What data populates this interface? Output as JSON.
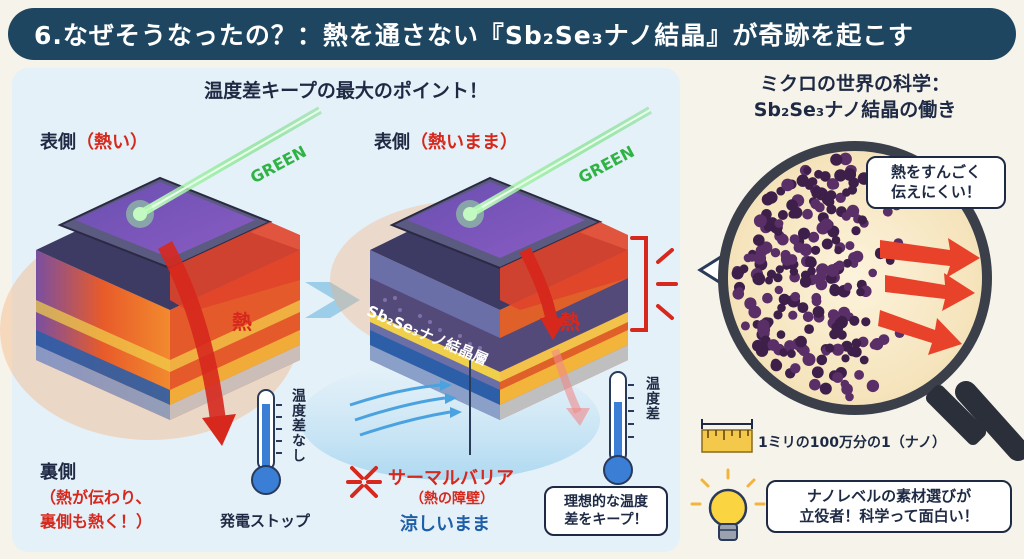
{
  "title": "6.なぜそうなったの？：熱を通さない『Sb₂Se₃ナノ結晶』が奇跡を起こす",
  "left_panel": {
    "heading": "温度差キープの最大のポイント！",
    "device_a": {
      "front_label": "表側",
      "front_state": "（熱い）",
      "laser_label": "GREEN",
      "heat_label": "熱",
      "thermo_label": "温度差なし",
      "back_label": "裏側",
      "back_note_1": "（熱が伝わり、",
      "back_note_2": "裏側も熱く！）",
      "stop_label": "発電ストップ"
    },
    "device_b": {
      "front_label": "表側",
      "front_state": "（熱いまま）",
      "laser_label": "GREEN",
      "layer_label": "Sb₂Se₃ナノ結晶層",
      "heat_label": "熱",
      "thermo_label": "温度差",
      "barrier_label": "サーマルバリア",
      "barrier_sub": "（熱の障壁）",
      "cool_label": "涼しいまま",
      "keep_callout_1": "理想的な温度",
      "keep_callout_2": "差をキープ！"
    }
  },
  "right_panel": {
    "heading_1": "ミクロの世界の科学：",
    "heading_2": "Sb₂Se₃ナノ結晶の働き",
    "bubble_1": "熱をすんごく",
    "bubble_2": "伝えにくい！",
    "scale_label": "1ミリの100万分の1（ナノ）",
    "tip_1": "ナノレベルの素材選びが",
    "tip_2": "立役者！科学って面白い！"
  },
  "colors": {
    "title_bg": "#1f4660",
    "heat_red": "#d6281d",
    "laser_green": "#2fb344",
    "cool_blue": "#1e5fa8",
    "crystal_purple": "#3d1f4a"
  },
  "icons": [
    "laser-beam-icon",
    "heat-arrow-icon",
    "thermometer-icon",
    "chevron-right-icon",
    "magnifier-icon",
    "ruler-icon",
    "lightbulb-icon",
    "barrier-burst-icon"
  ]
}
